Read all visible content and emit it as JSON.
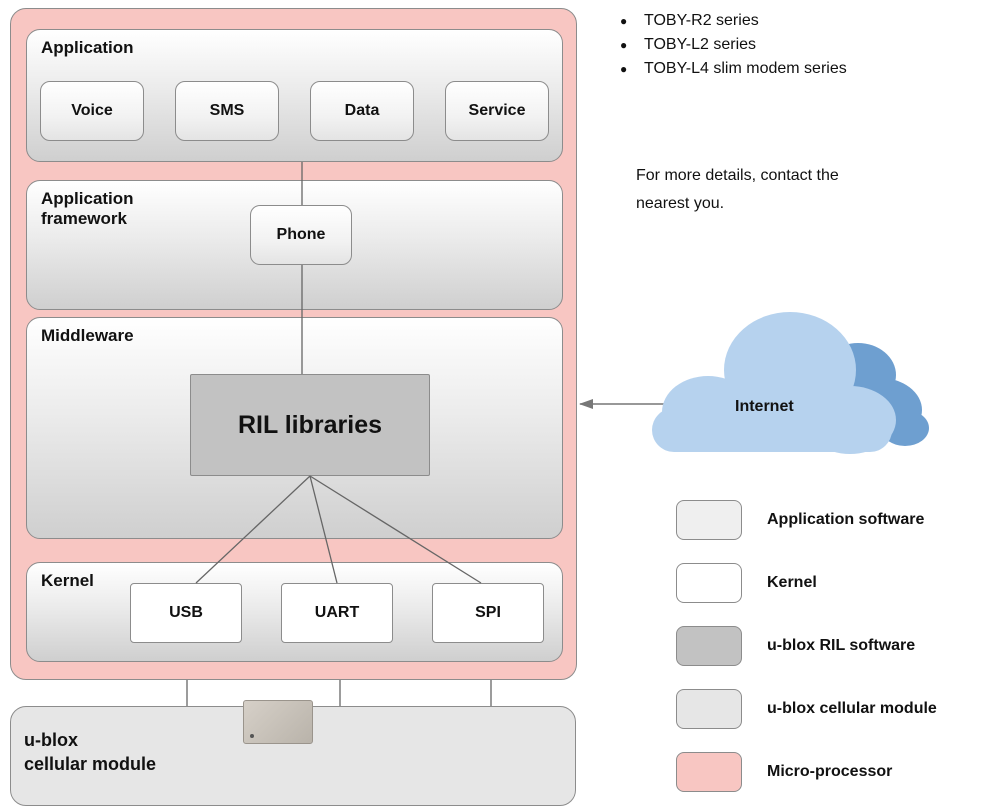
{
  "bullets": [
    "TOBY-R2 series",
    "TOBY-L2 series",
    "TOBY-L4 slim modem series"
  ],
  "paragraph": "For more details, contact the\nnearest you.",
  "diagram": {
    "application": {
      "title": "Application",
      "items": [
        "Voice",
        "SMS",
        "Data",
        "Service"
      ]
    },
    "framework": {
      "title": "Application\nframework",
      "phone": "Phone"
    },
    "middleware": {
      "title": "Middleware",
      "ril": "RIL libraries"
    },
    "kernel": {
      "title": "Kernel",
      "items": [
        "USB",
        "UART",
        "SPI"
      ]
    },
    "module": {
      "label": "u-blox\ncellular module"
    },
    "internet": "Internet"
  },
  "legend": [
    {
      "label": "Application software",
      "color": "#efefef"
    },
    {
      "label": "Kernel",
      "color": "#ffffff"
    },
    {
      "label": "u-blox RIL software",
      "color": "#c2c2c2"
    },
    {
      "label": "u-blox cellular module",
      "color": "#e6e6e6"
    },
    {
      "label": "Micro-processor",
      "color": "#f8c6c2"
    }
  ]
}
